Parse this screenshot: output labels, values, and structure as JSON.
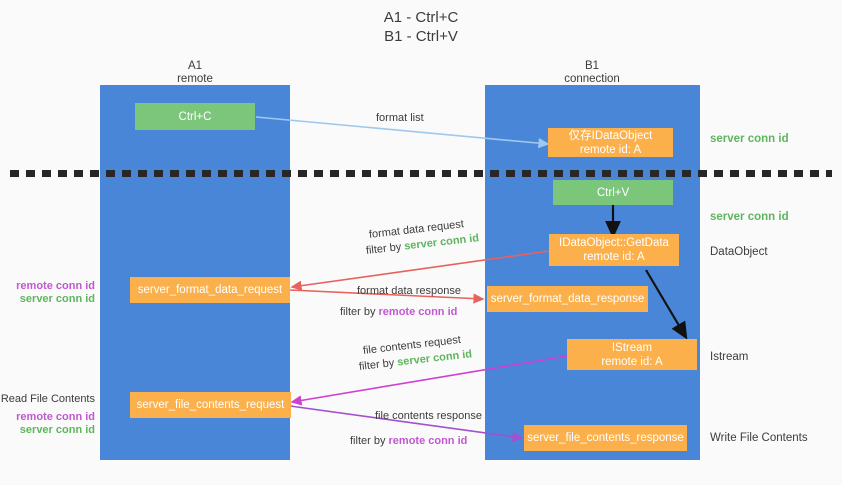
{
  "title": {
    "line1": "A1 - Ctrl+C",
    "line2": "B1 - Ctrl+V"
  },
  "columns": [
    {
      "name": "A1",
      "role": "remote"
    },
    {
      "name": "B1",
      "role": "connection"
    }
  ],
  "nodes": {
    "ctrl_c": {
      "label": "Ctrl+C"
    },
    "ctrl_v": {
      "label": "Ctrl+V"
    },
    "idataobject": {
      "label": "仅存IDataObject",
      "sub": "remote id: A"
    },
    "getdata": {
      "label": "IDataObject::GetData",
      "sub": "remote id: A"
    },
    "istream": {
      "label": "IStream",
      "sub": "remote id: A"
    },
    "server_format_data_request": {
      "label": "server_format_data_request"
    },
    "server_format_data_response": {
      "label": "server_format_data_response"
    },
    "server_file_contents_request": {
      "label": "server_file_contents_request"
    },
    "server_file_contents_response": {
      "label": "server_file_contents_response"
    }
  },
  "edge_labels": {
    "format_list": "format list",
    "format_data_request": "format data request",
    "format_data_request_filter_prefix": "filter by ",
    "format_data_request_filter_value": "server conn id",
    "format_data_response": "format data response",
    "format_data_response_filter_prefix": "filter by ",
    "format_data_response_filter_value": "remote conn id",
    "file_contents_request": "file contents request",
    "file_contents_request_filter_prefix": "filter by ",
    "file_contents_request_filter_value": "server conn id",
    "file_contents_response": "file contents response",
    "file_contents_response_filter_prefix": "filter by ",
    "file_contents_response_filter_value": "remote conn id"
  },
  "right_labels": {
    "server_conn_id_top": "server conn id",
    "server_conn_id_mid": "server conn id",
    "dataobject": "DataObject",
    "istream": "Istream",
    "write_file_contents": "Write File Contents"
  },
  "left_labels": {
    "remote_conn_id_1": "remote conn id",
    "server_conn_id_1": "server conn id",
    "read_file_contents": "Read File Contents",
    "remote_conn_id_2": "remote conn id",
    "server_conn_id_2": "server conn id"
  },
  "colors": {
    "lane": "#4a86d8",
    "green_node": "#7cc67c",
    "orange_node": "#fbb04b",
    "green_text": "#5fb55f",
    "purple_text": "#c158d1",
    "arrow_blue": "#9fc8ef",
    "arrow_red": "#e8615c",
    "arrow_magenta": "#cf3fd0",
    "arrow_purple": "#a24fd0",
    "arrow_black": "#111111",
    "background": "#fafafa"
  }
}
